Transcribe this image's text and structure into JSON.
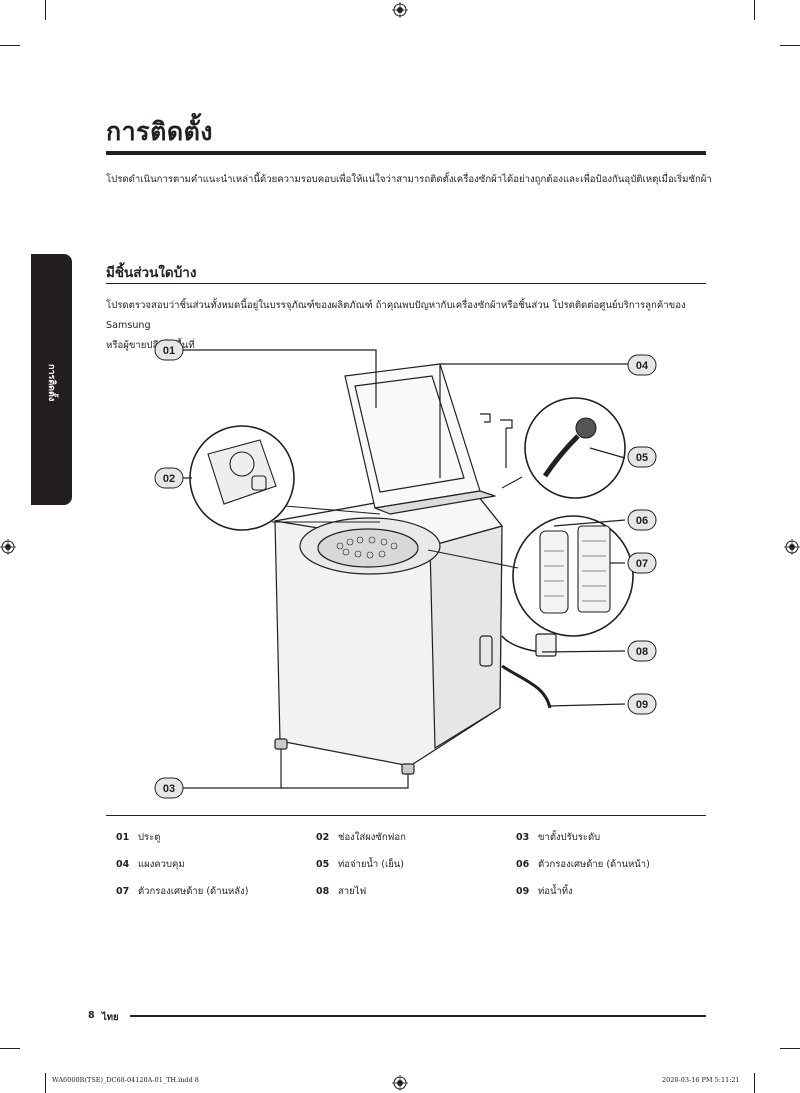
{
  "page": {
    "title": "การติดตั้ง",
    "intro": "โปรดดำเนินการตามคำแนะนำเหล่านี้ด้วยความรอบคอบเพื่อให้แน่ใจว่าสามารถติดตั้งเครื่องซักผ้าได้อย่างถูกต้องและเพื่อป้องกันอุบัติเหตุเมื่อเริ่มซักผ้า",
    "side_tab": "การติดตั้ง",
    "section_title": "มีชิ้นส่วนใดบ้าง",
    "section_desc_1": "โปรดตรวจสอบว่าชิ้นส่วนทั้งหมดนี้อยู่ในบรรจุภัณฑ์ของผลิตภัณฑ์ ถ้าคุณพบปัญหากับเครื่องซักผ้าหรือชิ้นส่วน โปรดติดต่อศูนย์บริการลูกค้าของ Samsung",
    "section_desc_2": "หรือผู้ขายปลีกในพื้นที่"
  },
  "figure": {
    "callouts": [
      "01",
      "02",
      "03",
      "04",
      "05",
      "06",
      "07",
      "08",
      "09"
    ]
  },
  "parts": [
    {
      "num": "01",
      "label": "ประตู"
    },
    {
      "num": "02",
      "label": "ช่องใส่ผงซักฟอก"
    },
    {
      "num": "03",
      "label": "ขาตั้งปรับระดับ"
    },
    {
      "num": "04",
      "label": "แผงควบคุม"
    },
    {
      "num": "05",
      "label": "ท่อจ่ายน้ำ (เย็น)"
    },
    {
      "num": "06",
      "label": "ตัวกรองเศษด้าย (ด้านหน้า)"
    },
    {
      "num": "07",
      "label": "ตัวกรองเศษด้าย (ด้านหลัง)"
    },
    {
      "num": "08",
      "label": "สายไฟ"
    },
    {
      "num": "09",
      "label": "ท่อน้ำทิ้ง"
    }
  ],
  "footer": {
    "page_number": "8",
    "language": "ไทย",
    "slug_left": "WA6000R(TSE)_DC68-04120A-01_TH.indd   8",
    "slug_right": "2020-03-16   PM 5:11:21"
  }
}
